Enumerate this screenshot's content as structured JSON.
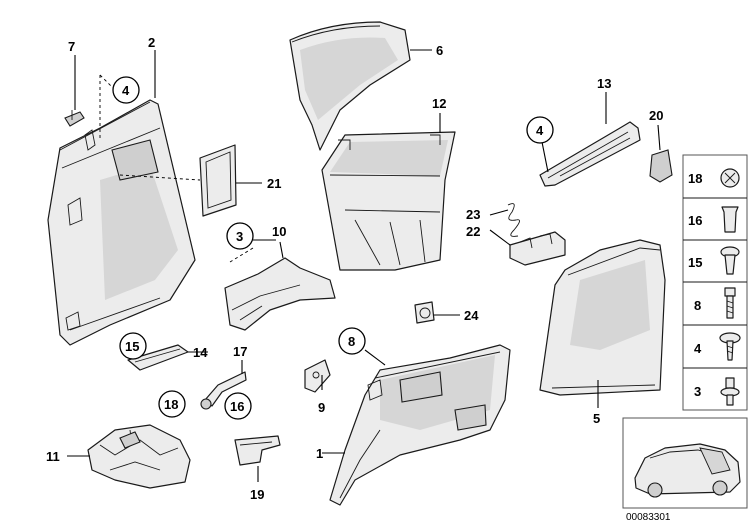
{
  "labels": {
    "p1": "1",
    "p2": "2",
    "p3": "3",
    "p4a": "4",
    "p4b": "4",
    "p5": "5",
    "p6": "6",
    "p7": "7",
    "p8": "8",
    "p9": "9",
    "p10": "10",
    "p11": "11",
    "p12": "12",
    "p13": "13",
    "p14": "14",
    "p15": "15",
    "p16": "16",
    "p17": "17",
    "p18": "18",
    "p19": "19",
    "p20": "20",
    "p21": "21",
    "p22": "22",
    "p23": "23",
    "p24": "24"
  },
  "legend": {
    "items": [
      "18",
      "16",
      "15",
      "8",
      "4",
      "3"
    ]
  },
  "reference_number": "00083301"
}
